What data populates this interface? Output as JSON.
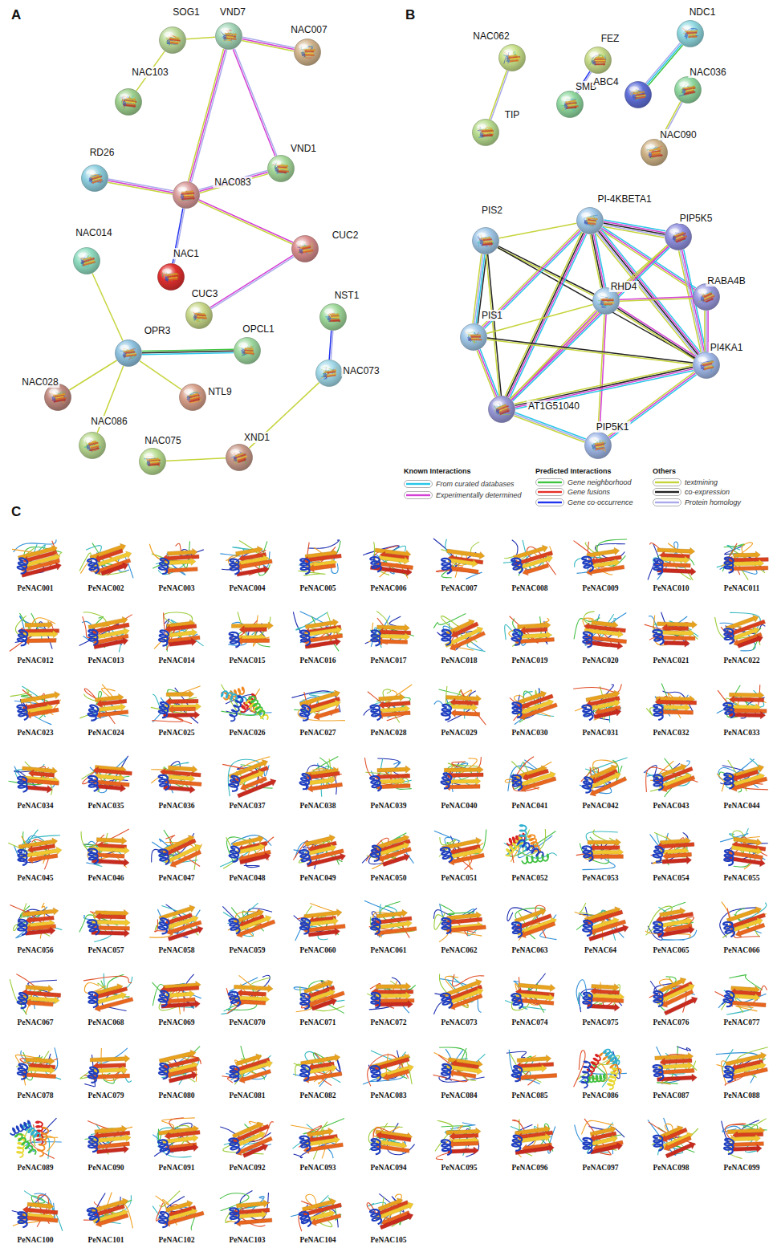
{
  "diagram": {
    "nodes": [
      {
        "text": [
          "SOG1"
        ]
      },
      {
        "text": [
          "VND7"
        ]
      },
      {
        "text": [
          "NAC007"
        ]
      },
      {
        "text": [
          "NAC103"
        ]
      },
      {
        "text": [
          "RD26"
        ]
      },
      {
        "text": [
          "NAC083"
        ]
      },
      {
        "text": [
          "VND1"
        ]
      },
      {
        "text": [
          "CUC2"
        ]
      },
      {
        "text": [
          "NAC014"
        ]
      },
      {
        "text": [
          "NAC1"
        ]
      },
      {
        "text": [
          "CUC3"
        ]
      },
      {
        "text": [
          "OPR3"
        ]
      },
      {
        "text": [
          "OPCL1"
        ]
      },
      {
        "text": [
          "NST1"
        ]
      },
      {
        "text": [
          "NAC028"
        ]
      },
      {
        "text": [
          "NAC073"
        ]
      },
      {
        "text": [
          "NTL9"
        ]
      },
      {
        "text": [
          "NAC086"
        ]
      },
      {
        "text": [
          "NAC075"
        ]
      },
      {
        "text": [
          "XND1"
        ]
      },
      {
        "text": [
          "NAC062"
        ]
      },
      {
        "text": [
          "FEZ"
        ]
      },
      {
        "text": [
          "NDC1"
        ]
      },
      {
        "text": [
          "SMB"
        ]
      },
      {
        "text": [
          "ABC4"
        ]
      },
      {
        "text": [
          "NAC036"
        ]
      },
      {
        "text": [
          "TIP"
        ]
      },
      {
        "text": [
          "NAC090"
        ]
      },
      {
        "text": [
          "PI-4KBETA1"
        ]
      },
      {
        "text": [
          "PIS2"
        ]
      },
      {
        "text": [
          "PIP5K5"
        ]
      },
      {
        "text": [
          "RHD4"
        ]
      },
      {
        "text": [
          "RABA4B"
        ]
      },
      {
        "text": [
          "PIS1"
        ]
      },
      {
        "text": [
          "PI4KA1"
        ]
      },
      {
        "text": [
          "AT1G51040"
        ]
      },
      {
        "text": [
          "PIP5K1"
        ]
      }
    ],
    "edges": [
      {
        "from": 0,
        "to": 1,
        "arrow": "none"
      },
      {
        "from": 0,
        "to": 3,
        "arrow": "none"
      },
      {
        "from": 1,
        "to": 2,
        "arrow": "none"
      },
      {
        "from": 1,
        "to": 5,
        "arrow": "none"
      },
      {
        "from": 1,
        "to": 6,
        "arrow": "none"
      },
      {
        "from": 4,
        "to": 5,
        "arrow": "none"
      },
      {
        "from": 5,
        "to": 6,
        "arrow": "none"
      },
      {
        "from": 5,
        "to": 9,
        "arrow": "none"
      },
      {
        "from": 5,
        "to": 7,
        "arrow": "none"
      },
      {
        "from": 7,
        "to": 10,
        "arrow": "none"
      },
      {
        "from": 8,
        "to": 11,
        "arrow": "none"
      },
      {
        "from": 11,
        "to": 12,
        "arrow": "none"
      },
      {
        "from": 11,
        "to": 14,
        "arrow": "none"
      },
      {
        "from": 11,
        "to": 16,
        "arrow": "none"
      },
      {
        "from": 11,
        "to": 17,
        "arrow": "none"
      },
      {
        "from": 13,
        "to": 15,
        "arrow": "none"
      },
      {
        "from": 15,
        "to": 19,
        "arrow": "none"
      },
      {
        "from": 18,
        "to": 19,
        "arrow": "none"
      },
      {
        "from": 20,
        "to": 26,
        "arrow": "none"
      },
      {
        "from": 21,
        "to": 23,
        "arrow": "none"
      },
      {
        "from": 22,
        "to": 24,
        "arrow": "none"
      },
      {
        "from": 25,
        "to": 27,
        "arrow": "none"
      },
      {
        "from": 28,
        "to": 29,
        "arrow": "none"
      },
      {
        "from": 29,
        "to": 31,
        "arrow": "none"
      },
      {
        "from": 29,
        "to": 34,
        "arrow": "none"
      },
      {
        "from": 29,
        "to": 33,
        "arrow": "none"
      },
      {
        "from": 29,
        "to": 35,
        "arrow": "none"
      },
      {
        "from": 28,
        "to": 30,
        "arrow": "none"
      },
      {
        "from": 28,
        "to": 31,
        "arrow": "none"
      },
      {
        "from": 28,
        "to": 32,
        "arrow": "none"
      },
      {
        "from": 28,
        "to": 34,
        "arrow": "none"
      },
      {
        "from": 28,
        "to": 33,
        "arrow": "none"
      },
      {
        "from": 28,
        "to": 35,
        "arrow": "none"
      },
      {
        "from": 30,
        "to": 31,
        "arrow": "none"
      },
      {
        "from": 30,
        "to": 34,
        "arrow": "none"
      },
      {
        "from": 30,
        "to": 35,
        "arrow": "none"
      },
      {
        "from": 31,
        "to": 32,
        "arrow": "none"
      },
      {
        "from": 31,
        "to": 34,
        "arrow": "none"
      },
      {
        "from": 31,
        "to": 33,
        "arrow": "none"
      },
      {
        "from": 31,
        "to": 35,
        "arrow": "none"
      },
      {
        "from": 31,
        "to": 36,
        "arrow": "none"
      },
      {
        "from": 32,
        "to": 34,
        "arrow": "none"
      },
      {
        "from": 34,
        "to": 35,
        "arrow": "none"
      },
      {
        "from": 34,
        "to": 36,
        "arrow": "none"
      },
      {
        "from": 33,
        "to": 34,
        "arrow": "none"
      },
      {
        "from": 33,
        "to": 35,
        "arrow": "none"
      },
      {
        "from": 35,
        "to": 36,
        "arrow": "none"
      }
    ],
    "labels": [
      "A",
      "B",
      "Known Interactions",
      "Predicted Interactions",
      "Others",
      "C",
      "PeNAC001",
      "PeNAC002",
      "PeNAC003",
      "PeNAC004",
      "PeNAC005",
      "PeNAC006",
      "PeNAC007",
      "PeNAC008",
      "PeNAC009",
      "PeNAC010",
      "PeNAC011",
      "PeNAC012",
      "PeNAC013",
      "PeNAC014",
      "PeNAC015",
      "PeNAC016",
      "PeNAC017",
      "PeNAC018",
      "PeNAC019",
      "PeNAC020",
      "PeNAC021",
      "PeNAC022",
      "PeNAC023",
      "PeNAC024",
      "PeNAC025",
      "PeNAC026",
      "PeNAC027",
      "PeNAC028",
      "PeNAC029",
      "PeNAC030",
      "PeNAC031",
      "PeNAC032",
      "PeNAC033",
      "PeNAC034",
      "PeNAC035",
      "PeNAC036",
      "PeNAC037",
      "PeNAC038",
      "PeNAC039",
      "PeNAC040",
      "PeNAC041",
      "PeNAC042",
      "PeNAC043",
      "PeNAC044",
      "PeNAC045",
      "PeNAC046",
      "PeNAC047",
      "PeNAC048",
      "PeNAC049",
      "PeNAC050",
      "PeNAC051",
      "PeNAC052",
      "PeNAC053",
      "PeNAC054",
      "PeNAC055",
      "PeNAC056",
      "PeNAC057",
      "PeNAC058",
      "PeNAC059",
      "PeNAC060",
      "PeNAC061",
      "PeNAC062",
      "PeNAC063",
      "PeNAC64",
      "PeNAC065",
      "PeNAC066",
      "PeNAC067",
      "PeNAC068",
      "PeNAC069",
      "PeNAC070",
      "PeNAC071",
      "PeNAC072",
      "PeNAC073",
      "PeNAC074",
      "PeNAC075",
      "PeNAC076",
      "PeNAC077",
      "PeNAC078",
      "PeNAC079",
      "PeNAC080",
      "PeNAC081",
      "PeNAC082",
      "PeNAC083",
      "PeNAC084",
      "PeNAC085",
      "PeNAC086",
      "PeNAC087",
      "PeNAC088",
      "PeNAC089",
      "PeNAC090",
      "PeNAC091",
      "PeNAC092",
      "PeNAC093",
      "PeNAC094",
      "PeNAC095",
      "PeNAC096",
      "PeNAC097",
      "PeNAC098",
      "PeNAC099",
      "PeNAC100",
      "PeNAC101",
      "PeNAC102",
      "PeNAC103",
      "PeNAC104",
      "PeNAC105"
    ],
    "legend": [
      {
        "text": "From curated databases"
      },
      {
        "text": "Experimentally determined"
      },
      {
        "text": "Gene neighborhood"
      },
      {
        "text": "Gene fusions"
      },
      {
        "text": "Gene co-occurrence"
      },
      {
        "text": "textmining"
      },
      {
        "text": "co-expression"
      },
      {
        "text": "Protein homology"
      }
    ]
  }
}
